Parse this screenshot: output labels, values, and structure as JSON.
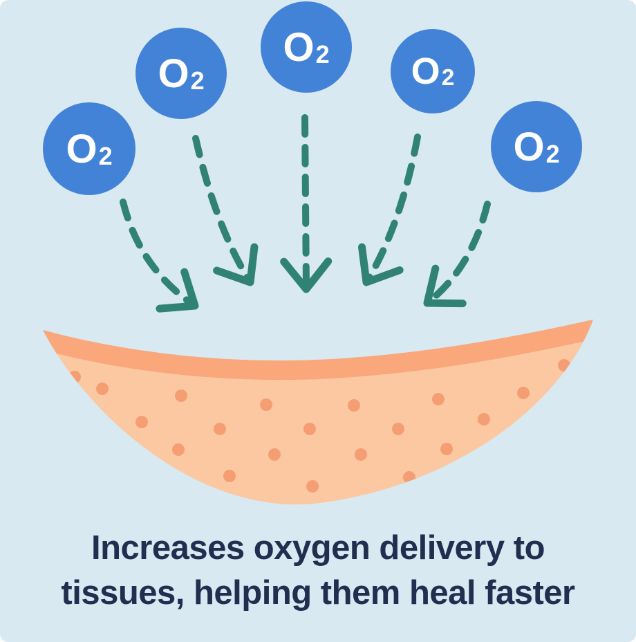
{
  "illustration": {
    "molecules": [
      {
        "symbol": "O",
        "subscript": "2"
      },
      {
        "symbol": "O",
        "subscript": "2"
      },
      {
        "symbol": "O",
        "subscript": "2"
      },
      {
        "symbol": "O",
        "subscript": "2"
      },
      {
        "symbol": "O",
        "subscript": "2"
      }
    ],
    "caption": {
      "line1": "Increases oxygen delivery to",
      "line2": "tissues, helping them heal faster"
    },
    "colors": {
      "background": "#d8e9f1",
      "molecule": "#4383d7",
      "molecule_text": "#ffffff",
      "arrow": "#2f8274",
      "tissue_body": "#fbc8a1",
      "tissue_surface": "#f9a77b",
      "tissue_dot": "#f59e73",
      "caption_text": "#212e4f"
    }
  }
}
